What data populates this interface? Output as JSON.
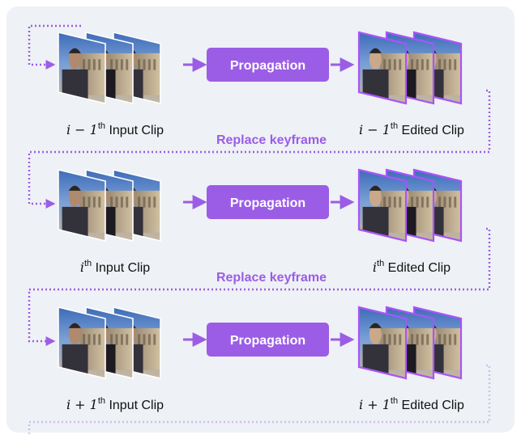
{
  "colors": {
    "panel_background": "#eef1f5",
    "accent_purple": "#9b5de5",
    "propagation_box": "#9b5de5",
    "propagation_text": "#ffffff",
    "frame_outline_input": "#ffffff",
    "frame_outline_edited": "#a855f7"
  },
  "rows": [
    {
      "input_label_prefix": "i − 1",
      "input_label_sup": "th",
      "input_label_suffix": " Input Clip",
      "process_label": "Propagation",
      "output_label_prefix": "i − 1",
      "output_label_sup": "th",
      "output_label_suffix": " Edited Clip"
    },
    {
      "input_label_prefix": "i",
      "input_label_sup": "th",
      "input_label_suffix": " Input Clip",
      "process_label": "Propagation",
      "output_label_prefix": "i",
      "output_label_sup": "th",
      "output_label_suffix": " Edited Clip"
    },
    {
      "input_label_prefix": "i + 1",
      "input_label_sup": "th",
      "input_label_suffix": " Input Clip",
      "process_label": "Propagation",
      "output_label_prefix": "i + 1",
      "output_label_sup": "th",
      "output_label_suffix": " Edited Clip"
    }
  ],
  "feedback_label": "Replace keyframe",
  "icons": {
    "arrow": "arrow-right-icon",
    "frame": "video-frame-icon",
    "connector": "dotted-feedback-connector"
  }
}
